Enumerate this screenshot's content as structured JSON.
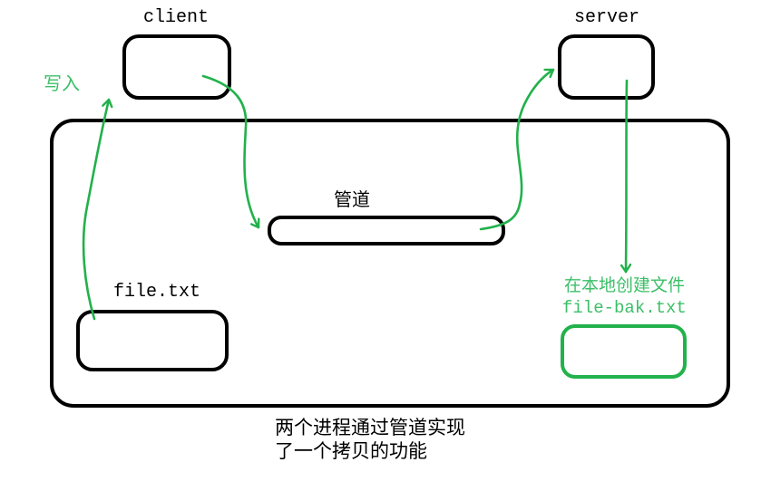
{
  "colors": {
    "ink": "#000000",
    "green": "#22b14c",
    "green_text": "#3cbf68",
    "background": "#ffffff"
  },
  "nodes": {
    "client": {
      "label": "client"
    },
    "server": {
      "label": "server"
    },
    "pipe": {
      "label": "管道"
    },
    "file": {
      "label": "file.txt"
    },
    "file_bak": {
      "note_line1": "在本地创建文件",
      "note_line2": "file-bak.txt"
    }
  },
  "annotations": {
    "write_label": "写入"
  },
  "caption": {
    "line1": "两个进程通过管道实现",
    "line2": "了一个拷贝的功能"
  },
  "arrows": [
    {
      "name": "write-arrow",
      "from": "file.txt",
      "to": "client",
      "label": "写入"
    },
    {
      "name": "client-to-pipe-arrow",
      "from": "client",
      "to": "管道",
      "label": ""
    },
    {
      "name": "pipe-to-server-arrow",
      "from": "管道",
      "to": "server",
      "label": ""
    },
    {
      "name": "server-create-file-arrow",
      "from": "server",
      "to": "file-bak.txt",
      "label": "在本地创建文件 file-bak.txt"
    }
  ]
}
